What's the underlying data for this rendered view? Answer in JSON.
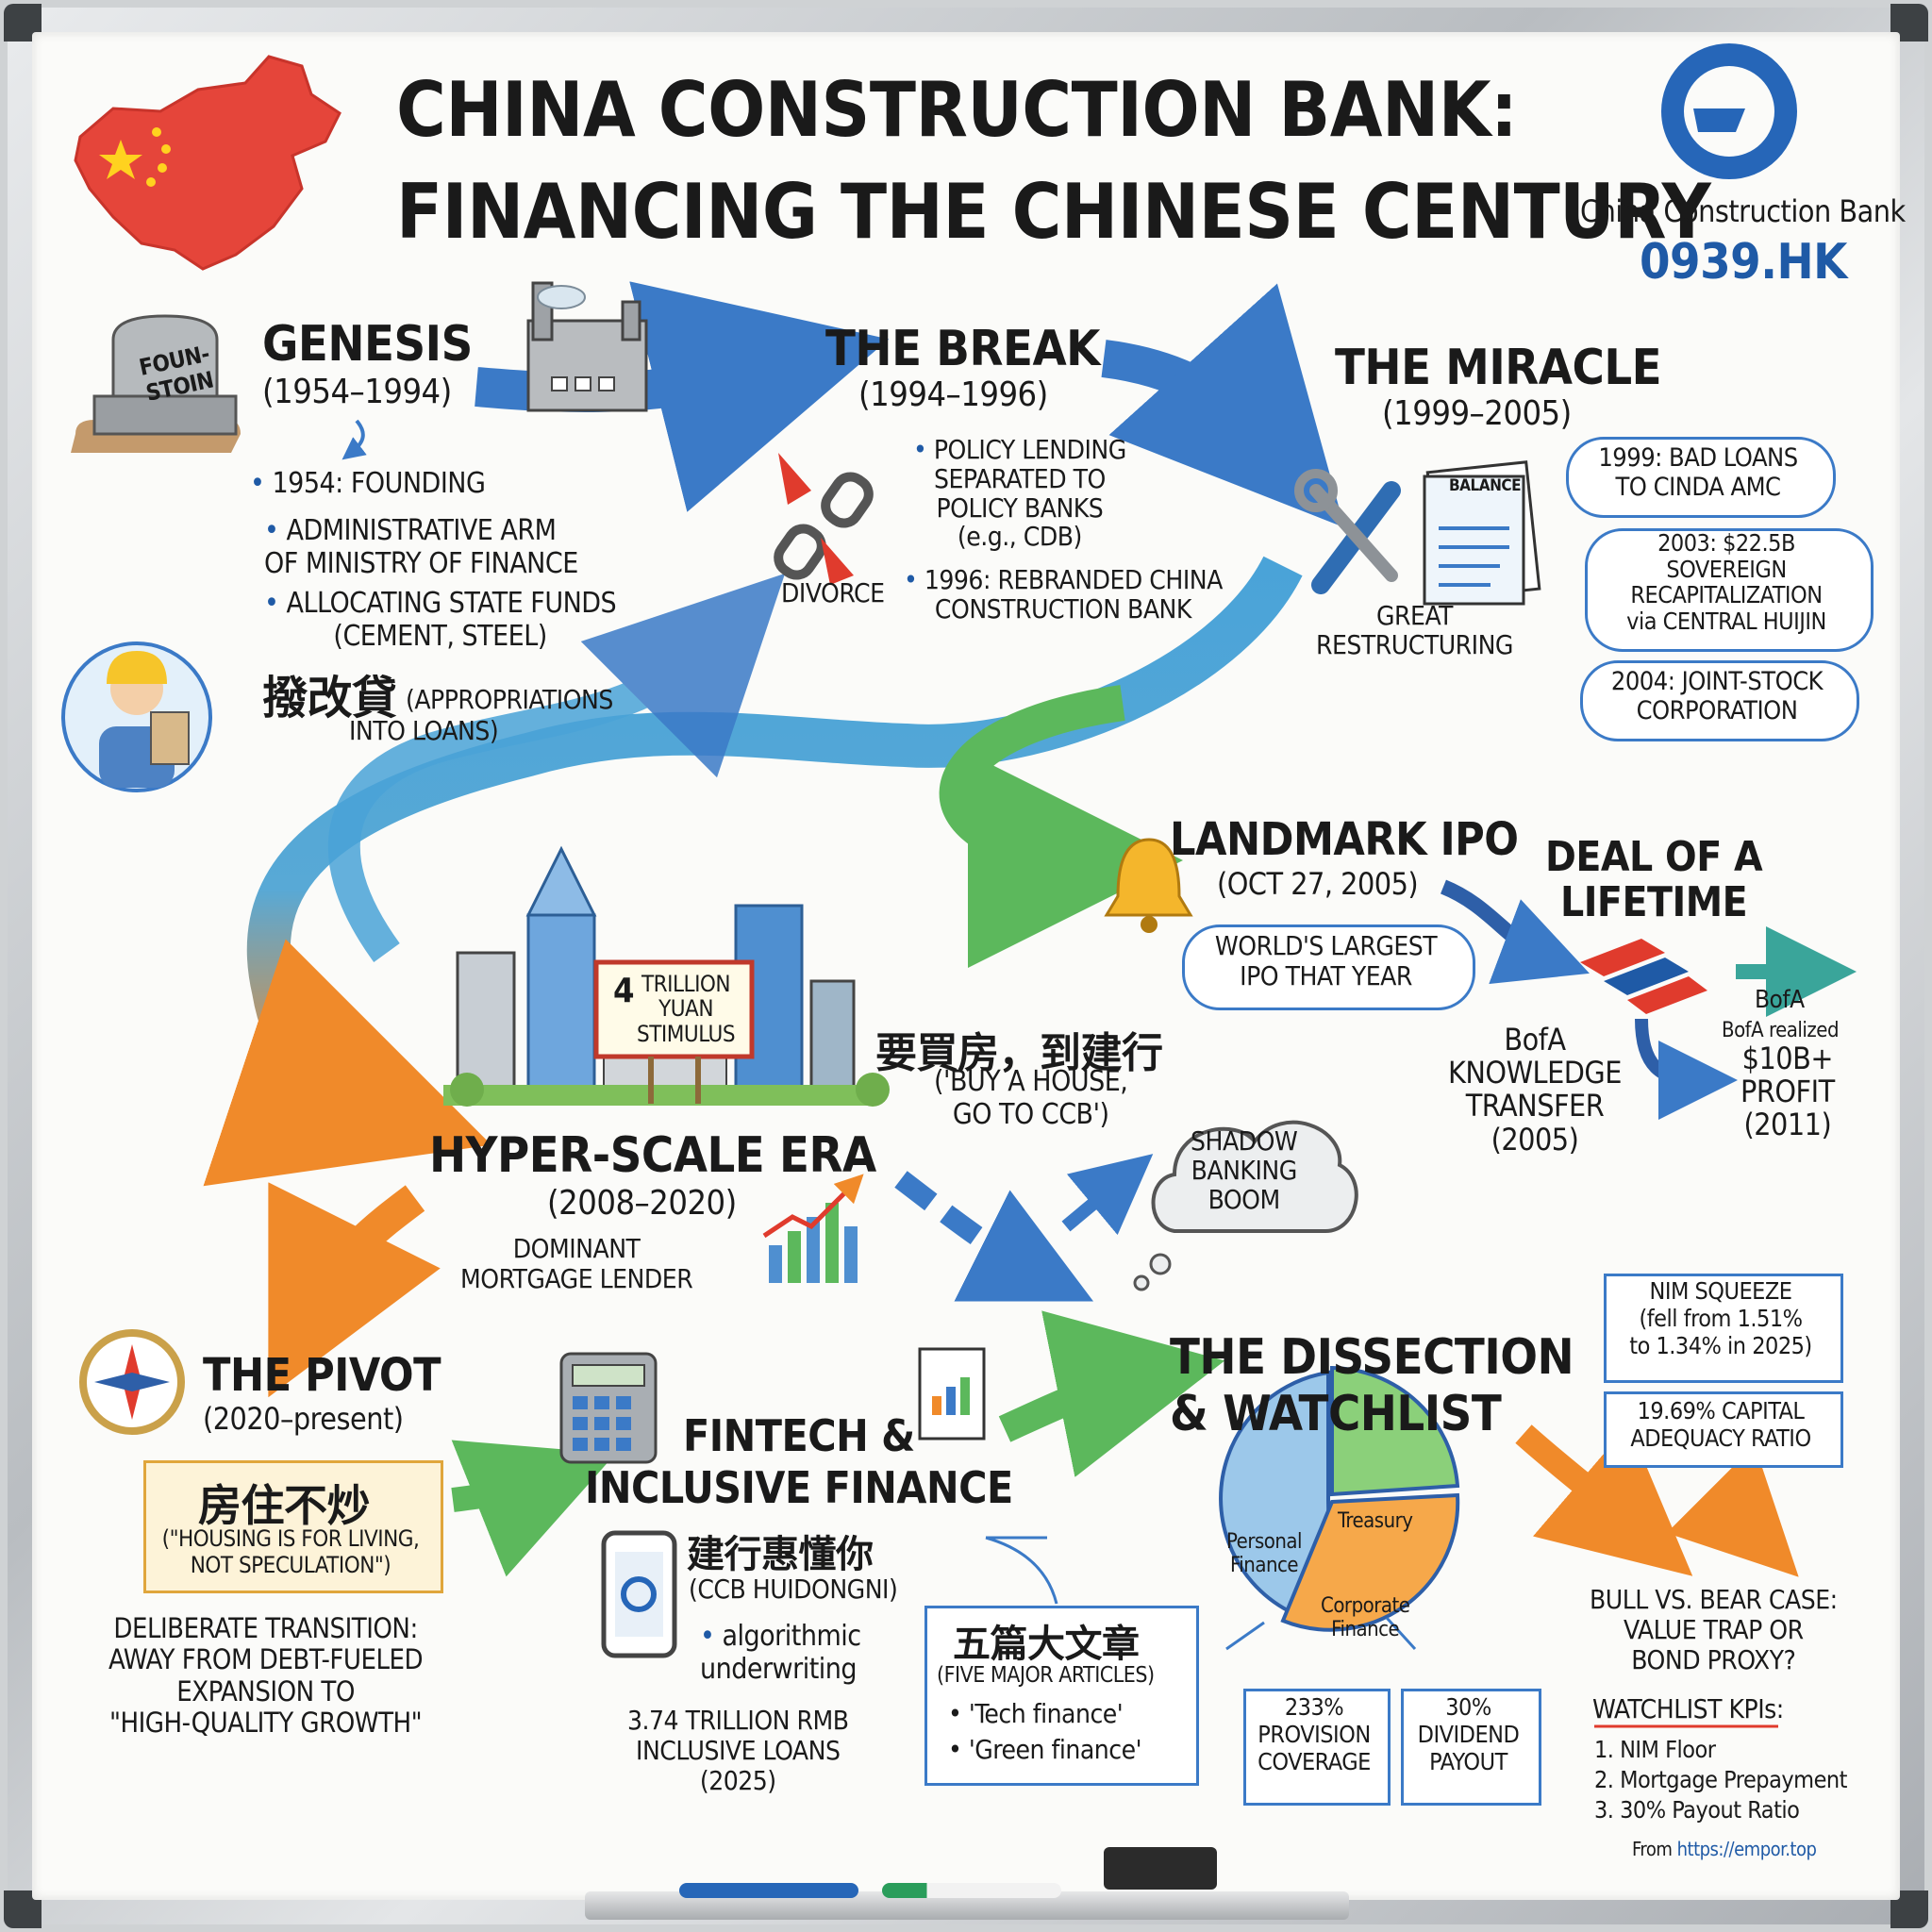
{
  "title": {
    "line1": "CHINA CONSTRUCTION BANK:",
    "line2": "FINANCING THE CHINESE CENTURY"
  },
  "brand": {
    "name": "China Construction Bank",
    "ticker": "0939.HK"
  },
  "genesis": {
    "heading": "GENESIS",
    "years": "(1954–1994)",
    "stone": "FOUN-\nSTOIN",
    "bullets": [
      "1954: FOUNDING",
      "ADMINISTRATIVE ARM\nOF MINISTRY OF FINANCE",
      "ALLOCATING STATE FUNDS\n(CEMENT, STEEL)"
    ],
    "note_cn": "撥改貸",
    "note_en1": "(APPROPRIATIONS",
    "note_en2": "INTO LOANS)"
  },
  "break": {
    "heading": "THE BREAK",
    "years": "(1994–1996)",
    "divorce": "DIVORCE",
    "bullets": [
      "POLICY LENDING\nSEPARATED TO\nPOLICY BANKS\n(e.g., CDB)",
      "1996: REBRANDED CHINA\nCONSTRUCTION BANK"
    ]
  },
  "miracle": {
    "heading": "THE MIRACLE",
    "years": "(1999–2005)",
    "doc_label": "BALANCE",
    "caption": "GREAT\nRESTRUCTURING",
    "bubbles": [
      "1999: BAD LOANS\nTO CINDA AMC",
      "2003: $22.5B\nSOVEREIGN\nRECAPITALIZATION\nvia CENTRAL HUIJIN",
      "2004: JOINT-STOCK\nCORPORATION"
    ]
  },
  "ipo": {
    "heading": "LANDMARK IPO",
    "date": "(OCT 27, 2005)",
    "bubble": "WORLD'S LARGEST\nIPO THAT YEAR",
    "deal": "DEAL OF A\nLIFETIME",
    "bofa_transfer": "BofA\nKNOWLEDGE\nTRANSFER\n(2005)",
    "bofa_small": "BofA",
    "bofa_realized": "BofA realized",
    "bofa_profit": "$10B+\nPROFIT\n(2011)"
  },
  "hyper": {
    "sign": "TRILLION\nYUAN\nSTIMULUS",
    "sign_num": "4",
    "slogan_cn": "要買房，到建行",
    "slogan_en": "('BUY A HOUSE,\nGO TO CCB')",
    "heading": "HYPER-SCALE ERA",
    "years": "(2008–2020)",
    "caption": "DOMINANT\nMORTGAGE LENDER",
    "cloud": "SHADOW\nBANKING\nBOOM"
  },
  "pivot": {
    "heading": "THE PIVOT",
    "years": "(2020–present)",
    "slogan_cn": "房住不炒",
    "slogan_en": "(\"HOUSING IS FOR LIVING,\nNOT SPECULATION\")",
    "desc": "DELIBERATE TRANSITION:\nAWAY FROM DEBT-FUELED\nEXPANSION TO\n\"HIGH-QUALITY GROWTH\""
  },
  "fintech": {
    "heading": "FINTECH &\nINCLUSIVE FINANCE",
    "app_cn": "建行惠懂你",
    "app_en": "(CCB HUIDONGNI)",
    "algo": "algorithmic\nunderwriting",
    "loans": "3.74 TRILLION RMB\nINCLUSIVE LOANS\n(2025)",
    "articles_cn": "五篇大文章",
    "articles_en": "(FIVE MAJOR ARTICLES)",
    "articles": [
      "• 'Tech finance'",
      "• 'Green finance'"
    ]
  },
  "dissection": {
    "heading": "THE DISSECTION\n& WATCHLIST",
    "nim": "NIM SQUEEZE\n(fell from 1.51%\nto 1.34% in 2025)",
    "car": "19.69% CAPITAL\nADEQUACY RATIO",
    "pie": [
      "Personal\nFinance",
      "Treasury",
      "Corporate\nFinance"
    ],
    "provision": "233%\nPROVISION\nCOVERAGE",
    "dividend": "30%\nDIVIDEND\nPAYOUT",
    "bull_bear": "BULL VS. BEAR CASE:\nVALUE TRAP OR\nBOND PROXY?",
    "kpi_title": "WATCHLIST KPIs:",
    "kpis": [
      "1. NIM Floor",
      "2. Mortgage Prepayment",
      "3. 30% Payout Ratio"
    ]
  },
  "source": {
    "prefix": "From ",
    "url": "https://empor.top"
  },
  "colors": {
    "blue": "#3b7ac7",
    "green": "#5cb85c",
    "orange": "#f08a2a",
    "red": "#e03b2d"
  }
}
